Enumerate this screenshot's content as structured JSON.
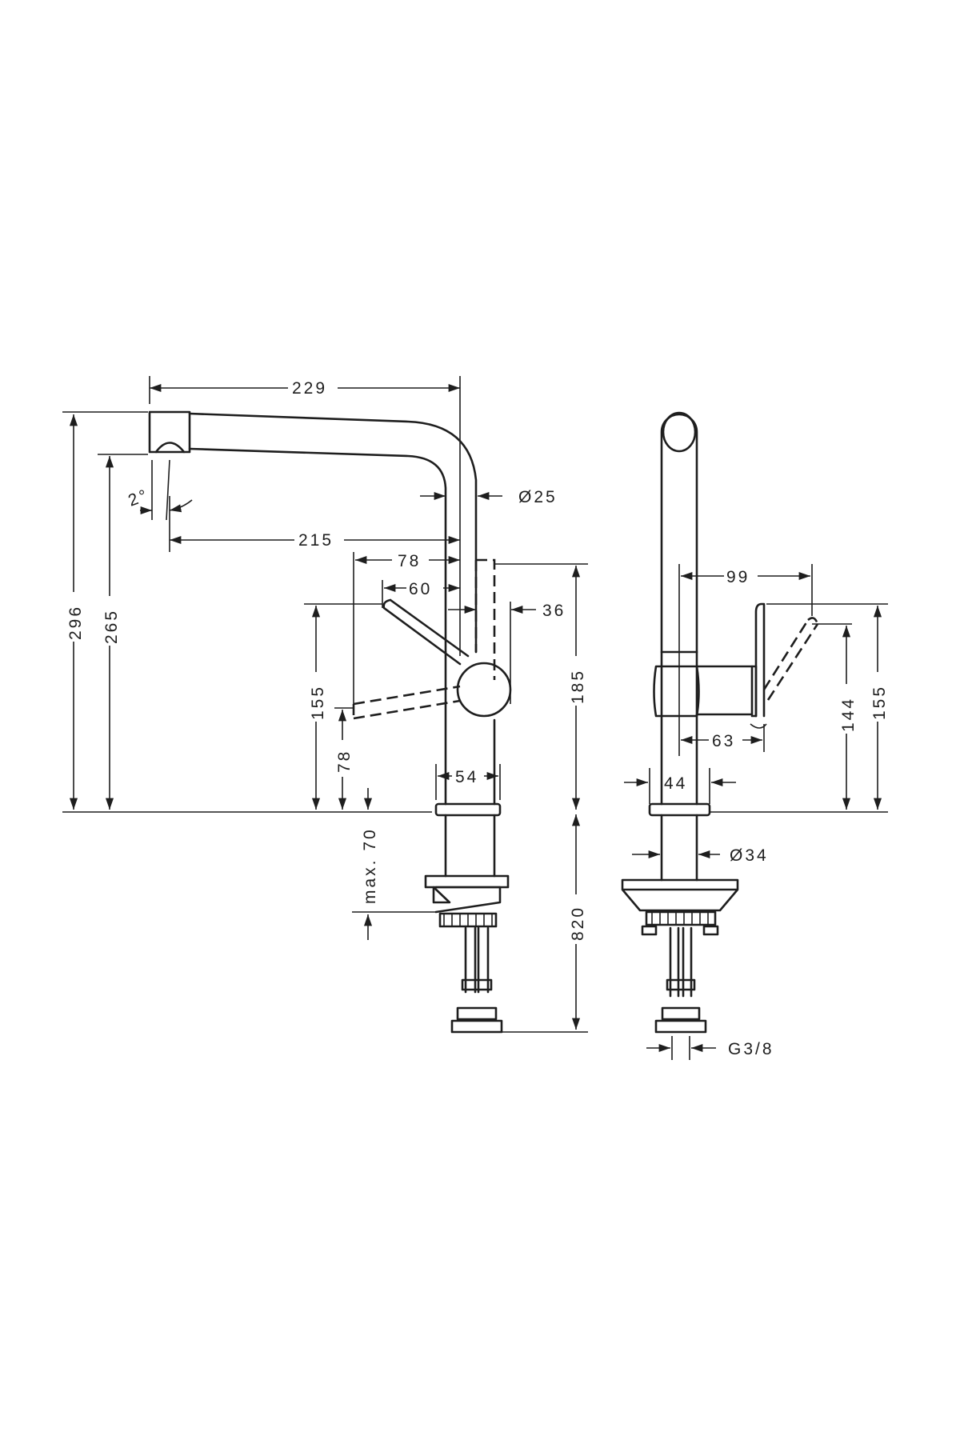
{
  "side_view": {
    "dims": {
      "spout_reach": "229",
      "aerator_offset": "215",
      "spout_diameter": "Ø25",
      "angle": "2°",
      "total_height": "296",
      "outlet_height": "265",
      "handle_reach_open": "78",
      "handle_reach_closed": "60",
      "handle_offset": "36",
      "handle_height": "155",
      "handle_low": "78",
      "body_height": "185",
      "base_width": "54",
      "counter_thickness": "max. 70",
      "hose_length": "820"
    }
  },
  "front_view": {
    "dims": {
      "handle_swing": "99",
      "handle_depth": "63",
      "body_width": "44",
      "shank_diameter": "Ø34",
      "connection": "G3/8",
      "lever_height": "144",
      "lever_top": "155"
    }
  }
}
